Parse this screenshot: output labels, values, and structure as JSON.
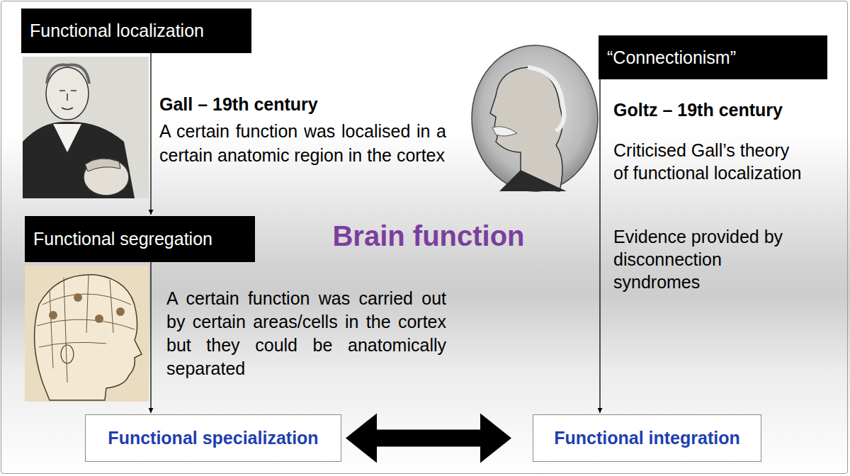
{
  "diagram": {
    "title": "Brain function",
    "nodes": [
      {
        "text": [
          "Functional localization"
        ]
      },
      {
        "text": [
          "Functional segregation"
        ]
      },
      {
        "text": [
          "“Connectionism”"
        ]
      },
      {
        "text": [
          "Functional specialization"
        ]
      },
      {
        "text": [
          "Functional integration"
        ]
      }
    ],
    "edges": [
      {
        "from": 0,
        "to": 1,
        "arrow": "to"
      },
      {
        "from": 1,
        "to": 3,
        "arrow": "to"
      },
      {
        "from": 2,
        "to": 4,
        "arrow": "to"
      },
      {
        "from": 3,
        "to": 4,
        "arrow": "both"
      }
    ],
    "labels": [
      "Gall – 19th century",
      "A certain function was localised in a certain anatomic region in the cortex",
      "A certain function was carried out by certain areas/cells in the cortex but they could be anatomically separated",
      "Goltz – 19th century",
      "Criticised Gall’s theory of functional localization",
      "Evidence provided by disconnection syndromes"
    ]
  }
}
